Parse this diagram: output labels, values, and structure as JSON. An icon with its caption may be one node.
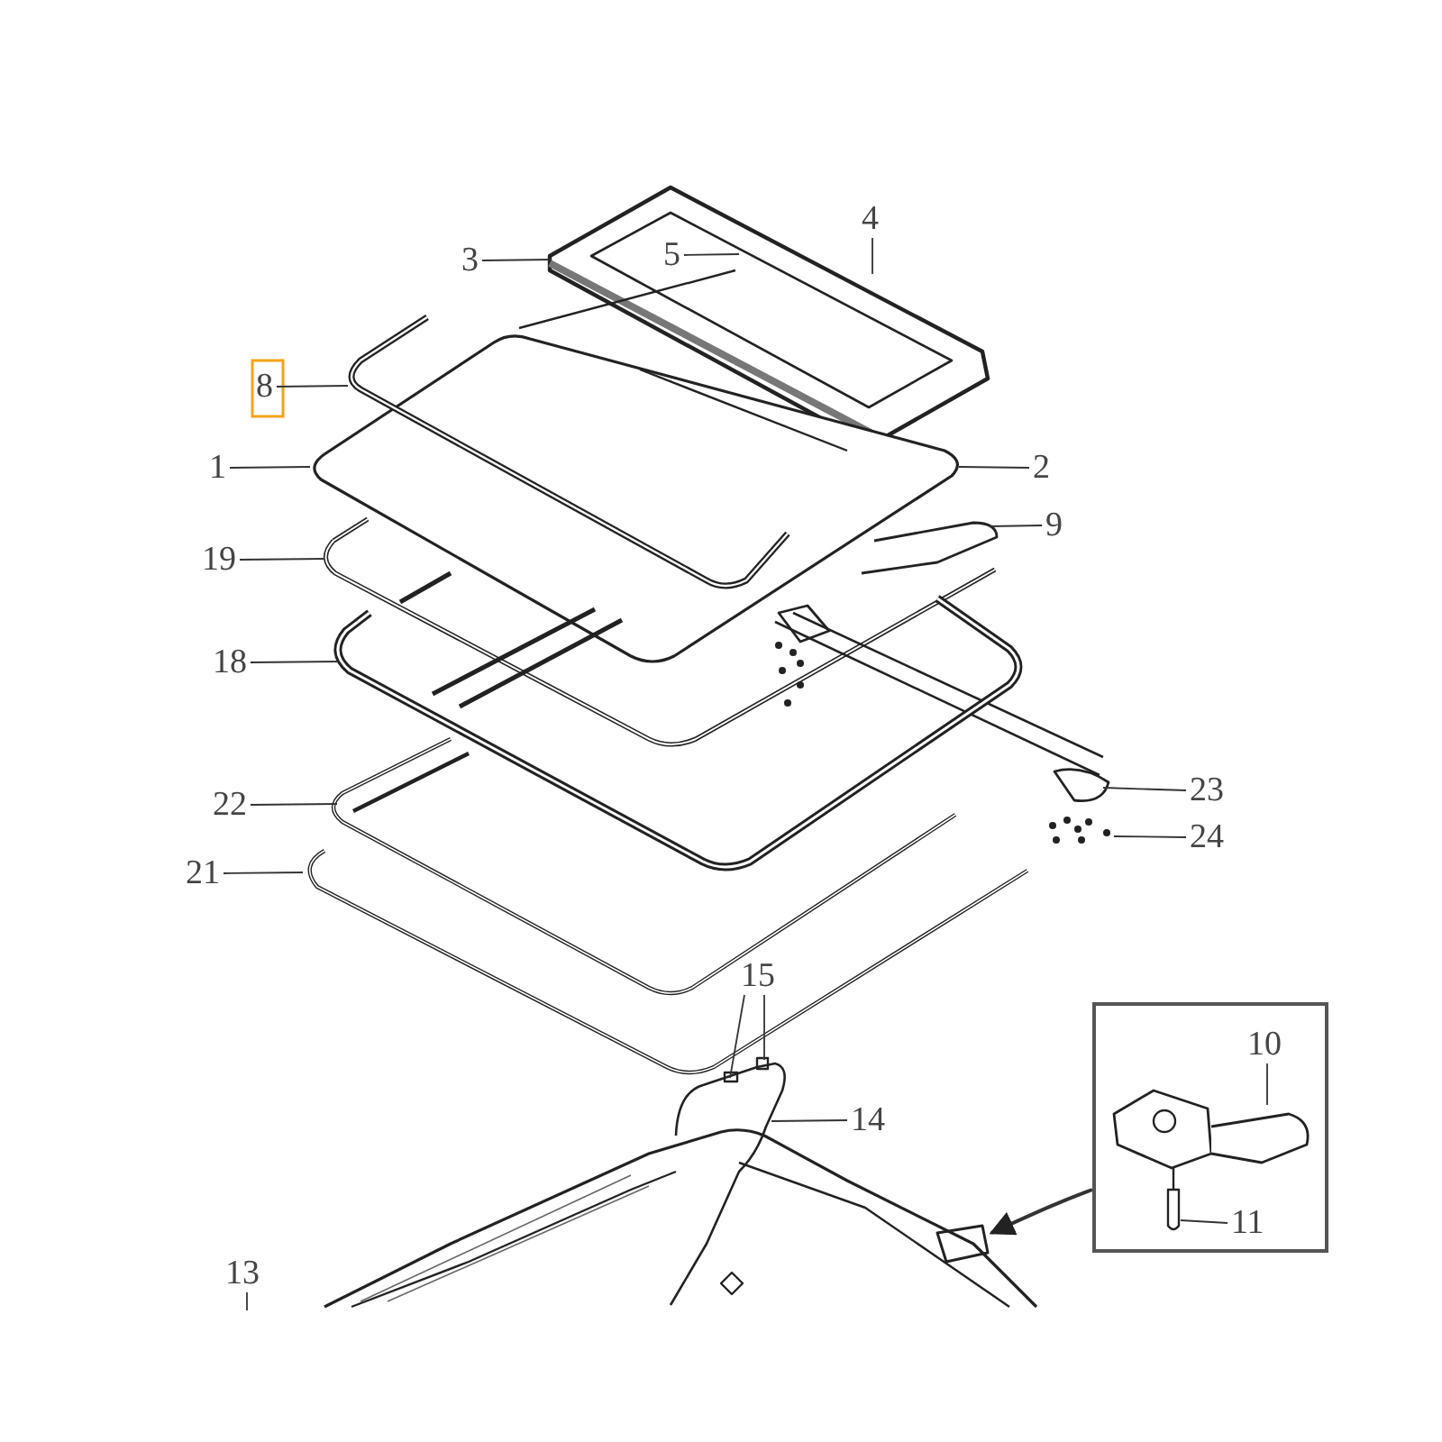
{
  "diagram": {
    "nodes": [
      {
        "text": [
          "4"
        ]
      },
      {
        "text": [
          "3"
        ]
      },
      {
        "text": [
          "5"
        ]
      },
      {
        "text": [
          "8"
        ]
      },
      {
        "text": [
          "1"
        ]
      },
      {
        "text": [
          "2"
        ]
      },
      {
        "text": [
          "9"
        ]
      },
      {
        "text": [
          "19"
        ]
      },
      {
        "text": [
          "18"
        ]
      },
      {
        "text": [
          "23"
        ]
      },
      {
        "text": [
          "22"
        ]
      },
      {
        "text": [
          "24"
        ]
      },
      {
        "text": [
          "21"
        ]
      },
      {
        "text": [
          "15"
        ]
      },
      {
        "text": [
          "14"
        ]
      },
      {
        "text": [],
        "shape": "box"
      },
      {
        "text": [
          "10"
        ],
        "in": 15
      },
      {
        "text": [
          "11"
        ],
        "in": 15
      },
      {
        "text": [
          "13"
        ]
      }
    ],
    "edges": [
      {
        "from": 0,
        "to": null,
        "arrow": "none"
      },
      {
        "from": 1,
        "to": null,
        "arrow": "none"
      },
      {
        "from": 2,
        "to": null,
        "arrow": "none"
      },
      {
        "from": 3,
        "to": null,
        "arrow": "none"
      },
      {
        "from": 4,
        "to": null,
        "arrow": "none"
      },
      {
        "from": 5,
        "to": null,
        "arrow": "none"
      },
      {
        "from": 6,
        "to": null,
        "arrow": "none"
      },
      {
        "from": 7,
        "to": null,
        "arrow": "none"
      },
      {
        "from": 8,
        "to": null,
        "arrow": "none"
      },
      {
        "from": 9,
        "to": null,
        "arrow": "none"
      },
      {
        "from": 10,
        "to": null,
        "arrow": "none"
      },
      {
        "from": 11,
        "to": null,
        "arrow": "none"
      },
      {
        "from": 12,
        "to": null,
        "arrow": "none"
      },
      {
        "from": 13,
        "to": null,
        "arrow": "none"
      },
      {
        "from": 13,
        "to": null,
        "arrow": "none"
      },
      {
        "from": 14,
        "to": null,
        "arrow": "none"
      },
      {
        "from": 15,
        "to": null,
        "arrow": "to"
      },
      {
        "from": 16,
        "to": null,
        "arrow": "none"
      },
      {
        "from": 17,
        "to": null,
        "arrow": "none"
      },
      {
        "from": 18,
        "to": null,
        "arrow": "none"
      }
    ]
  }
}
